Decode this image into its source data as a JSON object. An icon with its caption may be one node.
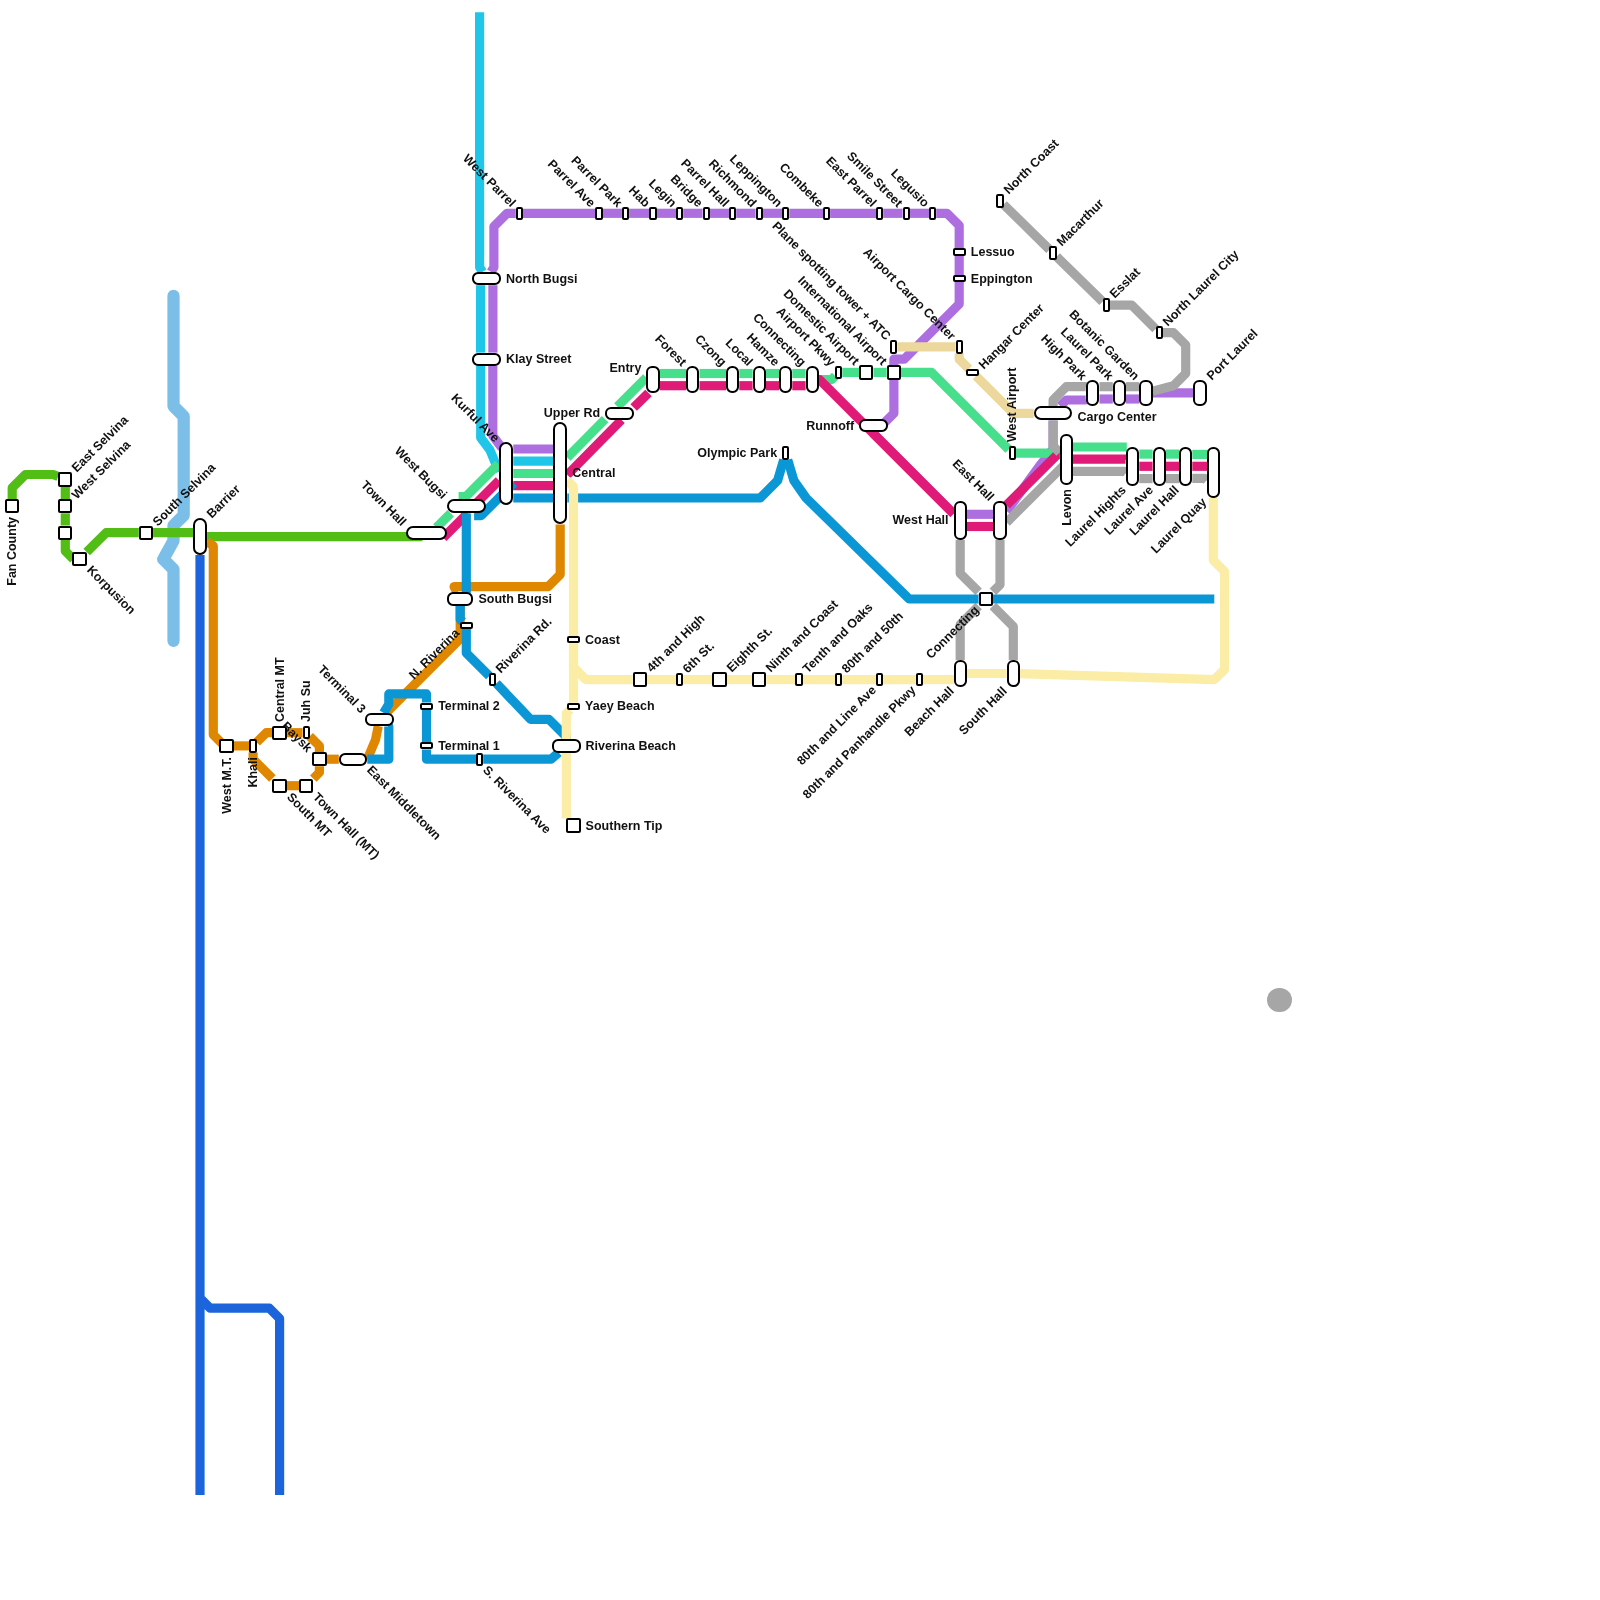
{
  "diagram": {
    "nodes": [
      {
        "text": [
          "Fan County"
        ]
      },
      {
        "text": [
          "East Selvina"
        ]
      },
      {
        "text": [
          "West Selvina"
        ]
      },
      {
        "text": [],
        "shape": "box"
      },
      {
        "text": [
          "Korpusion"
        ]
      },
      {
        "text": [
          "South Selvina"
        ]
      },
      {
        "text": [
          "Barrier"
        ]
      },
      {
        "text": [
          "Town Hall"
        ]
      },
      {
        "text": [
          "West Bugsi"
        ]
      },
      {
        "text": [
          "Kurful Ave"
        ]
      },
      {
        "text": [
          "North Bugsi"
        ]
      },
      {
        "text": [
          "Klay Street"
        ]
      },
      {
        "text": [
          "West Parrel"
        ]
      },
      {
        "text": [
          "Parrel Ave"
        ]
      },
      {
        "text": [
          "Parrel Park"
        ]
      },
      {
        "text": [
          "Hab"
        ]
      },
      {
        "text": [
          "Legin"
        ]
      },
      {
        "text": [
          "Bridge"
        ]
      },
      {
        "text": [
          "Parrel Hall"
        ]
      },
      {
        "text": [
          "Richmond"
        ]
      },
      {
        "text": [
          "Leppington"
        ]
      },
      {
        "text": [
          "Combeke"
        ]
      },
      {
        "text": [
          "East Parrel"
        ]
      },
      {
        "text": [
          "Smile Street"
        ]
      },
      {
        "text": [
          "Legusio"
        ]
      },
      {
        "text": [
          "Lessuo"
        ]
      },
      {
        "text": [
          "Eppington"
        ]
      },
      {
        "text": [
          "Central"
        ]
      },
      {
        "text": [
          "Upper Rd"
        ]
      },
      {
        "text": [
          "Entry"
        ]
      },
      {
        "text": [
          "Forest"
        ]
      },
      {
        "text": [
          "Czong"
        ]
      },
      {
        "text": [
          "Local"
        ]
      },
      {
        "text": [
          "Hamze"
        ]
      },
      {
        "text": [
          "Connecting"
        ]
      },
      {
        "text": [
          "Airport Pkwy"
        ]
      },
      {
        "text": [
          "Domestic Airport"
        ]
      },
      {
        "text": [
          "International Airport"
        ]
      },
      {
        "text": [
          "Plane spotting tower + ATC"
        ]
      },
      {
        "text": [
          "Airport Cargo Center"
        ]
      },
      {
        "text": [
          "Hangar Center"
        ]
      },
      {
        "text": [
          "Cargo Center"
        ]
      },
      {
        "text": [
          "Runnoff"
        ]
      },
      {
        "text": [
          "Olympic Park"
        ]
      },
      {
        "text": [
          "West Hall"
        ]
      },
      {
        "text": [
          "East Hall"
        ]
      },
      {
        "text": [
          "West Airport"
        ]
      },
      {
        "text": [
          "Levon"
        ]
      },
      {
        "text": [
          "Laurel Hights"
        ]
      },
      {
        "text": [
          "Laurel Ave"
        ]
      },
      {
        "text": [
          "Laurel Hall"
        ]
      },
      {
        "text": [
          "Laurel Quay"
        ]
      },
      {
        "text": [
          "High Park"
        ]
      },
      {
        "text": [
          "Laurel Park"
        ]
      },
      {
        "text": [
          "Botanic Garden"
        ]
      },
      {
        "text": [
          "Port Laurel"
        ]
      },
      {
        "text": [
          "North Coast"
        ]
      },
      {
        "text": [
          "Macarthur"
        ]
      },
      {
        "text": [
          "Esslat"
        ]
      },
      {
        "text": [
          "North Laurel City"
        ]
      },
      {
        "text": [
          "South Bugsi"
        ]
      },
      {
        "text": [
          "N. Riverina"
        ]
      },
      {
        "text": [
          "Riverina Rd."
        ]
      },
      {
        "text": [
          "Riverina Beach"
        ]
      },
      {
        "text": [
          "S. Riverina Ave"
        ]
      },
      {
        "text": [
          "Terminal 1"
        ]
      },
      {
        "text": [
          "Terminal 2"
        ]
      },
      {
        "text": [
          "Terminal 3"
        ]
      },
      {
        "text": [
          "East Middletown"
        ]
      },
      {
        "text": [
          "Baysk"
        ]
      },
      {
        "text": [
          "Juh Su"
        ]
      },
      {
        "text": [
          "Central MT"
        ]
      },
      {
        "text": [
          "Khali"
        ]
      },
      {
        "text": [
          "West M.T."
        ]
      },
      {
        "text": [
          "South MT"
        ]
      },
      {
        "text": [
          "Town Hall (MT)"
        ]
      },
      {
        "text": [
          "Coast"
        ]
      },
      {
        "text": [
          "Yaey Beach"
        ]
      },
      {
        "text": [
          "Southern Tip"
        ]
      },
      {
        "text": [
          "4th and High"
        ]
      },
      {
        "text": [
          "6th St."
        ]
      },
      {
        "text": [
          "Eighth St."
        ]
      },
      {
        "text": [
          "Ninth and Coast"
        ]
      },
      {
        "text": [
          "Tenth and Oaks"
        ]
      },
      {
        "text": [
          "80th and 50th"
        ]
      },
      {
        "text": [
          "80th and Line Ave"
        ]
      },
      {
        "text": [
          "80th and Panhandle Pkwy"
        ]
      },
      {
        "text": [
          "Beach Hall"
        ]
      },
      {
        "text": [
          "South Hall"
        ]
      },
      {
        "text": [
          "Connecting"
        ]
      },
      {
        "text": [],
        "shape": "circle"
      }
    ],
    "edges": [
      {
        "from": 0,
        "to": 1,
        "arrow": "none",
        "color": "#52bd14"
      },
      {
        "from": 1,
        "to": 2,
        "arrow": "none",
        "color": "#52bd14"
      },
      {
        "from": 2,
        "to": 3,
        "arrow": "none",
        "color": "#52bd14"
      },
      {
        "from": 3,
        "to": 4,
        "arrow": "none",
        "color": "#52bd14"
      },
      {
        "from": 4,
        "to": 5,
        "arrow": "none",
        "color": "#52bd14"
      },
      {
        "from": 5,
        "to": 6,
        "arrow": "none",
        "color": "#52bd14"
      },
      {
        "from": 6,
        "to": 7,
        "arrow": "none",
        "color": "#52bd14"
      },
      {
        "from": 6,
        "to": null,
        "arrow": "none",
        "color": "#1b64dc"
      },
      {
        "from": 6,
        "to": 73,
        "arrow": "none",
        "color": "#e08700"
      },
      {
        "from": 73,
        "to": 72,
        "arrow": "none",
        "color": "#e08700"
      },
      {
        "from": 72,
        "to": 71,
        "arrow": "none",
        "color": "#e08700"
      },
      {
        "from": 71,
        "to": 70,
        "arrow": "none",
        "color": "#e08700"
      },
      {
        "from": 70,
        "to": 69,
        "arrow": "none",
        "color": "#e08700"
      },
      {
        "from": 69,
        "to": 75,
        "arrow": "none",
        "color": "#e08700"
      },
      {
        "from": 75,
        "to": 74,
        "arrow": "none",
        "color": "#e08700"
      },
      {
        "from": 74,
        "to": 72,
        "arrow": "none",
        "color": "#e08700"
      },
      {
        "from": 69,
        "to": 68,
        "arrow": "none",
        "color": "#e08700"
      },
      {
        "from": 68,
        "to": 67,
        "arrow": "none",
        "color": "#e08700"
      },
      {
        "from": 67,
        "to": 60,
        "arrow": "none",
        "color": "#e08700"
      },
      {
        "from": 60,
        "to": 27,
        "arrow": "none",
        "color": "#e08700"
      },
      {
        "from": null,
        "to": 10,
        "arrow": "none",
        "color": "#1fc6e8"
      },
      {
        "from": 10,
        "to": 11,
        "arrow": "none",
        "color": "#1fc6e8"
      },
      {
        "from": 11,
        "to": 9,
        "arrow": "none",
        "color": "#1fc6e8"
      },
      {
        "from": 9,
        "to": 27,
        "arrow": "none",
        "color": "#1fc6e8"
      },
      {
        "from": 27,
        "to": 9,
        "arrow": "none",
        "color": "#ad6fe0"
      },
      {
        "from": 9,
        "to": 11,
        "arrow": "none",
        "color": "#ad6fe0"
      },
      {
        "from": 11,
        "to": 10,
        "arrow": "none",
        "color": "#ad6fe0"
      },
      {
        "from": 10,
        "to": 12,
        "arrow": "none",
        "color": "#ad6fe0"
      },
      {
        "from": 12,
        "to": 13,
        "arrow": "none",
        "color": "#ad6fe0"
      },
      {
        "from": 13,
        "to": 14,
        "arrow": "none",
        "color": "#ad6fe0"
      },
      {
        "from": 14,
        "to": 15,
        "arrow": "none",
        "color": "#ad6fe0"
      },
      {
        "from": 15,
        "to": 16,
        "arrow": "none",
        "color": "#ad6fe0"
      },
      {
        "from": 16,
        "to": 17,
        "arrow": "none",
        "color": "#ad6fe0"
      },
      {
        "from": 17,
        "to": 18,
        "arrow": "none",
        "color": "#ad6fe0"
      },
      {
        "from": 18,
        "to": 19,
        "arrow": "none",
        "color": "#ad6fe0"
      },
      {
        "from": 19,
        "to": 20,
        "arrow": "none",
        "color": "#ad6fe0"
      },
      {
        "from": 20,
        "to": 21,
        "arrow": "none",
        "color": "#ad6fe0"
      },
      {
        "from": 21,
        "to": 22,
        "arrow": "none",
        "color": "#ad6fe0"
      },
      {
        "from": 22,
        "to": 23,
        "arrow": "none",
        "color": "#ad6fe0"
      },
      {
        "from": 23,
        "to": 24,
        "arrow": "none",
        "color": "#ad6fe0"
      },
      {
        "from": 24,
        "to": 25,
        "arrow": "none",
        "color": "#ad6fe0"
      },
      {
        "from": 25,
        "to": 26,
        "arrow": "none",
        "color": "#ad6fe0"
      },
      {
        "from": 26,
        "to": 37,
        "arrow": "none",
        "color": "#ad6fe0"
      },
      {
        "from": 37,
        "to": 42,
        "arrow": "none",
        "color": "#ad6fe0"
      },
      {
        "from": 42,
        "to": 44,
        "arrow": "none",
        "color": "#ad6fe0"
      },
      {
        "from": 44,
        "to": 45,
        "arrow": "none",
        "color": "#ad6fe0"
      },
      {
        "from": 45,
        "to": 41,
        "arrow": "none",
        "color": "#ad6fe0"
      },
      {
        "from": 41,
        "to": 52,
        "arrow": "none",
        "color": "#ad6fe0"
      },
      {
        "from": 52,
        "to": 53,
        "arrow": "none",
        "color": "#ad6fe0"
      },
      {
        "from": 53,
        "to": 54,
        "arrow": "none",
        "color": "#ad6fe0"
      },
      {
        "from": 54,
        "to": 55,
        "arrow": "none",
        "color": "#ad6fe0"
      },
      {
        "from": 7,
        "to": 8,
        "arrow": "none",
        "color": "#46e08c"
      },
      {
        "from": 8,
        "to": 9,
        "arrow": "none",
        "color": "#46e08c"
      },
      {
        "from": 9,
        "to": 27,
        "arrow": "none",
        "color": "#46e08c"
      },
      {
        "from": 27,
        "to": 28,
        "arrow": "none",
        "color": "#46e08c"
      },
      {
        "from": 28,
        "to": 29,
        "arrow": "none",
        "color": "#46e08c"
      },
      {
        "from": 29,
        "to": 30,
        "arrow": "none",
        "color": "#46e08c"
      },
      {
        "from": 30,
        "to": 31,
        "arrow": "none",
        "color": "#46e08c"
      },
      {
        "from": 31,
        "to": 32,
        "arrow": "none",
        "color": "#46e08c"
      },
      {
        "from": 32,
        "to": 33,
        "arrow": "none",
        "color": "#46e08c"
      },
      {
        "from": 33,
        "to": 34,
        "arrow": "none",
        "color": "#46e08c"
      },
      {
        "from": 34,
        "to": 35,
        "arrow": "none",
        "color": "#46e08c"
      },
      {
        "from": 35,
        "to": 36,
        "arrow": "none",
        "color": "#46e08c"
      },
      {
        "from": 36,
        "to": 37,
        "arrow": "none",
        "color": "#46e08c"
      },
      {
        "from": 37,
        "to": 46,
        "arrow": "none",
        "color": "#46e08c"
      },
      {
        "from": 46,
        "to": 47,
        "arrow": "none",
        "color": "#46e08c"
      },
      {
        "from": 47,
        "to": 48,
        "arrow": "none",
        "color": "#46e08c"
      },
      {
        "from": 48,
        "to": 49,
        "arrow": "none",
        "color": "#46e08c"
      },
      {
        "from": 49,
        "to": 50,
        "arrow": "none",
        "color": "#46e08c"
      },
      {
        "from": 50,
        "to": 51,
        "arrow": "none",
        "color": "#46e08c"
      },
      {
        "from": 7,
        "to": 8,
        "arrow": "none",
        "color": "#e01a77"
      },
      {
        "from": 8,
        "to": 9,
        "arrow": "none",
        "color": "#e01a77"
      },
      {
        "from": 9,
        "to": 27,
        "arrow": "none",
        "color": "#e01a77"
      },
      {
        "from": 27,
        "to": 28,
        "arrow": "none",
        "color": "#e01a77"
      },
      {
        "from": 28,
        "to": 29,
        "arrow": "none",
        "color": "#e01a77"
      },
      {
        "from": 29,
        "to": 30,
        "arrow": "none",
        "color": "#e01a77"
      },
      {
        "from": 30,
        "to": 31,
        "arrow": "none",
        "color": "#e01a77"
      },
      {
        "from": 31,
        "to": 32,
        "arrow": "none",
        "color": "#e01a77"
      },
      {
        "from": 32,
        "to": 33,
        "arrow": "none",
        "color": "#e01a77"
      },
      {
        "from": 33,
        "to": 34,
        "arrow": "none",
        "color": "#e01a77"
      },
      {
        "from": 34,
        "to": 44,
        "arrow": "none",
        "color": "#e01a77"
      },
      {
        "from": 44,
        "to": 45,
        "arrow": "none",
        "color": "#e01a77"
      },
      {
        "from": 45,
        "to": 47,
        "arrow": "none",
        "color": "#e01a77"
      },
      {
        "from": 47,
        "to": 48,
        "arrow": "none",
        "color": "#e01a77"
      },
      {
        "from": 48,
        "to": 49,
        "arrow": "none",
        "color": "#e01a77"
      },
      {
        "from": 49,
        "to": 50,
        "arrow": "none",
        "color": "#e01a77"
      },
      {
        "from": 50,
        "to": 51,
        "arrow": "none",
        "color": "#e01a77"
      },
      {
        "from": 38,
        "to": 39,
        "arrow": "none",
        "color": "#ecd79c"
      },
      {
        "from": 39,
        "to": 40,
        "arrow": "none",
        "color": "#ecd79c"
      },
      {
        "from": 40,
        "to": 41,
        "arrow": "none",
        "color": "#ecd79c"
      },
      {
        "from": 56,
        "to": 57,
        "arrow": "none",
        "color": "#a6a6a6"
      },
      {
        "from": 57,
        "to": 58,
        "arrow": "none",
        "color": "#a6a6a6"
      },
      {
        "from": 58,
        "to": 59,
        "arrow": "none",
        "color": "#a6a6a6"
      },
      {
        "from": 59,
        "to": 54,
        "arrow": "none",
        "color": "#a6a6a6"
      },
      {
        "from": 54,
        "to": 53,
        "arrow": "none",
        "color": "#a6a6a6"
      },
      {
        "from": 53,
        "to": 52,
        "arrow": "none",
        "color": "#a6a6a6"
      },
      {
        "from": 52,
        "to": 41,
        "arrow": "none",
        "color": "#a6a6a6"
      },
      {
        "from": 41,
        "to": 47,
        "arrow": "none",
        "color": "#a6a6a6"
      },
      {
        "from": 47,
        "to": 48,
        "arrow": "none",
        "color": "#a6a6a6"
      },
      {
        "from": 48,
        "to": 49,
        "arrow": "none",
        "color": "#a6a6a6"
      },
      {
        "from": 49,
        "to": 50,
        "arrow": "none",
        "color": "#a6a6a6"
      },
      {
        "from": 50,
        "to": 51,
        "arrow": "none",
        "color": "#a6a6a6"
      },
      {
        "from": 47,
        "to": 45,
        "arrow": "none",
        "color": "#a6a6a6"
      },
      {
        "from": 45,
        "to": 89,
        "arrow": "none",
        "color": "#a6a6a6"
      },
      {
        "from": 44,
        "to": 89,
        "arrow": "none",
        "color": "#a6a6a6"
      },
      {
        "from": 89,
        "to": 87,
        "arrow": "none",
        "color": "#a6a6a6"
      },
      {
        "from": 89,
        "to": 88,
        "arrow": "none",
        "color": "#a6a6a6"
      },
      {
        "from": 8,
        "to": 9,
        "arrow": "none",
        "color": "#0b97d6"
      },
      {
        "from": 9,
        "to": 27,
        "arrow": "none",
        "color": "#0b97d6"
      },
      {
        "from": 27,
        "to": 43,
        "arrow": "none",
        "color": "#0b97d6"
      },
      {
        "from": 43,
        "to": 89,
        "arrow": "none",
        "color": "#0b97d6"
      },
      {
        "from": 89,
        "to": null,
        "arrow": "none",
        "color": "#0b97d6"
      },
      {
        "from": 8,
        "to": 60,
        "arrow": "none",
        "color": "#0b97d6"
      },
      {
        "from": 60,
        "to": 61,
        "arrow": "none",
        "color": "#0b97d6"
      },
      {
        "from": 61,
        "to": 62,
        "arrow": "none",
        "color": "#0b97d6"
      },
      {
        "from": 62,
        "to": 63,
        "arrow": "none",
        "color": "#0b97d6"
      },
      {
        "from": 63,
        "to": 64,
        "arrow": "none",
        "color": "#0b97d6"
      },
      {
        "from": 64,
        "to": 65,
        "arrow": "none",
        "color": "#0b97d6"
      },
      {
        "from": 65,
        "to": 66,
        "arrow": "none",
        "color": "#0b97d6"
      },
      {
        "from": 66,
        "to": 67,
        "arrow": "none",
        "color": "#0b97d6"
      },
      {
        "from": 67,
        "to": 68,
        "arrow": "none",
        "color": "#0b97d6"
      },
      {
        "from": 27,
        "to": 76,
        "arrow": "none",
        "color": "#fbeca6"
      },
      {
        "from": 76,
        "to": 77,
        "arrow": "none",
        "color": "#fbeca6"
      },
      {
        "from": 77,
        "to": 63,
        "arrow": "none",
        "color": "#fbeca6"
      },
      {
        "from": 63,
        "to": 78,
        "arrow": "none",
        "color": "#fbeca6"
      },
      {
        "from": 76,
        "to": 79,
        "arrow": "none",
        "color": "#fbeca6"
      },
      {
        "from": 79,
        "to": 80,
        "arrow": "none",
        "color": "#fbeca6"
      },
      {
        "from": 80,
        "to": 81,
        "arrow": "none",
        "color": "#fbeca6"
      },
      {
        "from": 81,
        "to": 82,
        "arrow": "none",
        "color": "#fbeca6"
      },
      {
        "from": 82,
        "to": 83,
        "arrow": "none",
        "color": "#fbeca6"
      },
      {
        "from": 83,
        "to": 84,
        "arrow": "none",
        "color": "#fbeca6"
      },
      {
        "from": 84,
        "to": 85,
        "arrow": "none",
        "color": "#fbeca6"
      },
      {
        "from": 85,
        "to": 86,
        "arrow": "none",
        "color": "#fbeca6"
      },
      {
        "from": 86,
        "to": 87,
        "arrow": "none",
        "color": "#fbeca6"
      },
      {
        "from": 87,
        "to": 88,
        "arrow": "none",
        "color": "#fbeca6"
      },
      {
        "from": 88,
        "to": 51,
        "arrow": "none",
        "color": "#fbeca6"
      }
    ]
  }
}
